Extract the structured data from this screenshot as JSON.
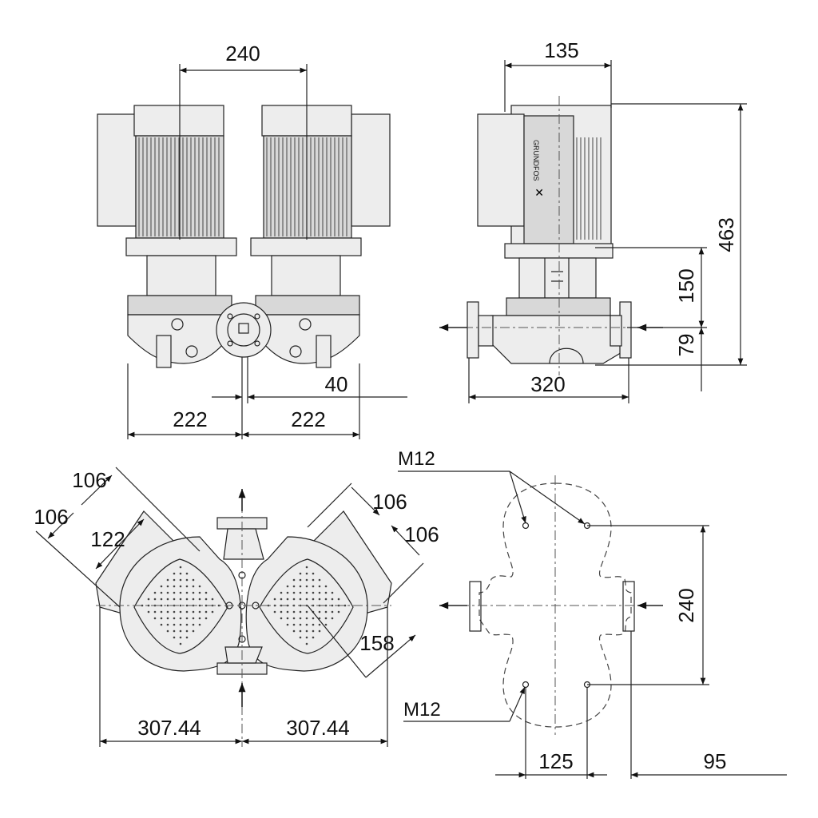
{
  "dimensions": {
    "front_motor_spacing": "240",
    "side_width_top": "135",
    "side_total_height": "463",
    "side_upper_height": "150",
    "side_lower_height": "79",
    "side_flange_length": "320",
    "front_offset": "40",
    "front_left_width": "222",
    "front_right_width": "222",
    "plan_tilt_a": "106",
    "plan_tilt_b": "106",
    "plan_tilt_c": "106",
    "plan_tilt_d": "106",
    "plan_length_left": "122",
    "plan_radius": "158",
    "plan_left_half": "307.44",
    "plan_right_half": "307.44",
    "base_height": "240",
    "base_width": "125",
    "base_offset": "95"
  },
  "labels": {
    "thread_top": "M12",
    "thread_bottom": "M12"
  },
  "icons": {
    "flow_arrows": "flow-direction-arrow-icon",
    "brand_mark": "grundfos-logo-icon"
  }
}
